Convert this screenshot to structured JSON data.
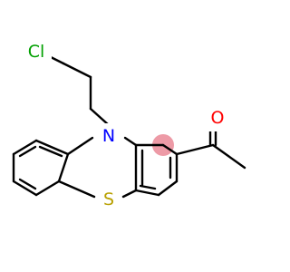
{
  "molecule": {
    "atom_labels": {
      "chlorine": "Cl",
      "nitrogen": "N",
      "sulfur": "S",
      "oxygen": "O"
    },
    "colors": {
      "bond": "#000000",
      "chlorine": "#00a000",
      "nitrogen": "#0000ff",
      "sulfur": "#b8a000",
      "oxygen": "#ff0000",
      "highlight": "#ed9aa6"
    }
  }
}
